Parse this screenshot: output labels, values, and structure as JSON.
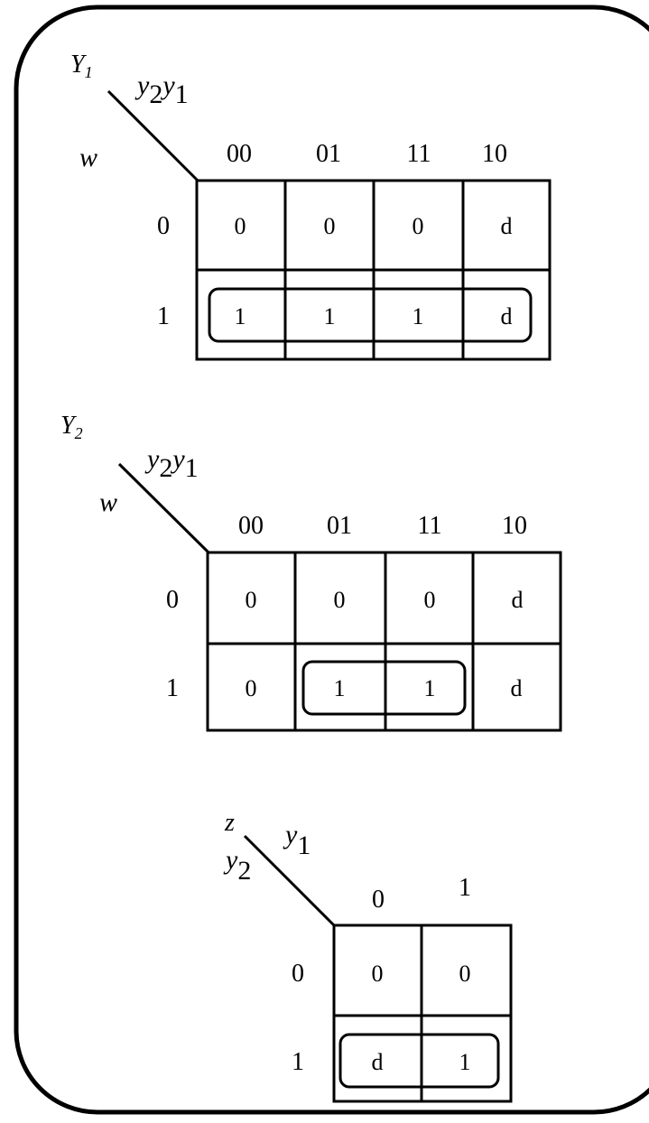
{
  "maps": [
    {
      "id": "y1",
      "output": {
        "base": "Y",
        "sub": "1"
      },
      "col_var": {
        "a": "y",
        "a_sub": "2",
        "b": "y",
        "b_sub": "1"
      },
      "row_var": "w",
      "col_labels": [
        "00",
        "01",
        "11",
        "10"
      ],
      "row_labels": [
        "0",
        "1"
      ],
      "cells": [
        [
          "0",
          "0",
          "0",
          "d"
        ],
        [
          "1",
          "1",
          "1",
          "d"
        ]
      ],
      "groups": [
        {
          "row": 1,
          "col_start": 0,
          "col_end": 3
        }
      ]
    },
    {
      "id": "y2",
      "output": {
        "base": "Y",
        "sub": "2"
      },
      "col_var": {
        "a": "y",
        "a_sub": "2",
        "b": "y",
        "b_sub": "1"
      },
      "row_var": "w",
      "col_labels": [
        "00",
        "01",
        "11",
        "10"
      ],
      "row_labels": [
        "0",
        "1"
      ],
      "cells": [
        [
          "0",
          "0",
          "0",
          "d"
        ],
        [
          "0",
          "1",
          "1",
          "d"
        ]
      ],
      "groups": [
        {
          "row": 1,
          "col_start": 1,
          "col_end": 2
        }
      ]
    },
    {
      "id": "z",
      "output": {
        "base": "z",
        "sub": ""
      },
      "col_var": {
        "a": "y",
        "a_sub": "1",
        "b": "",
        "b_sub": ""
      },
      "row_var_sub": {
        "base": "y",
        "sub": "2"
      },
      "col_labels": [
        "0",
        "1"
      ],
      "row_labels": [
        "0",
        "1"
      ],
      "cells": [
        [
          "0",
          "0"
        ],
        [
          "d",
          "1"
        ]
      ],
      "groups": [
        {
          "row": 1,
          "col_start": 0,
          "col_end": 1
        }
      ]
    }
  ]
}
